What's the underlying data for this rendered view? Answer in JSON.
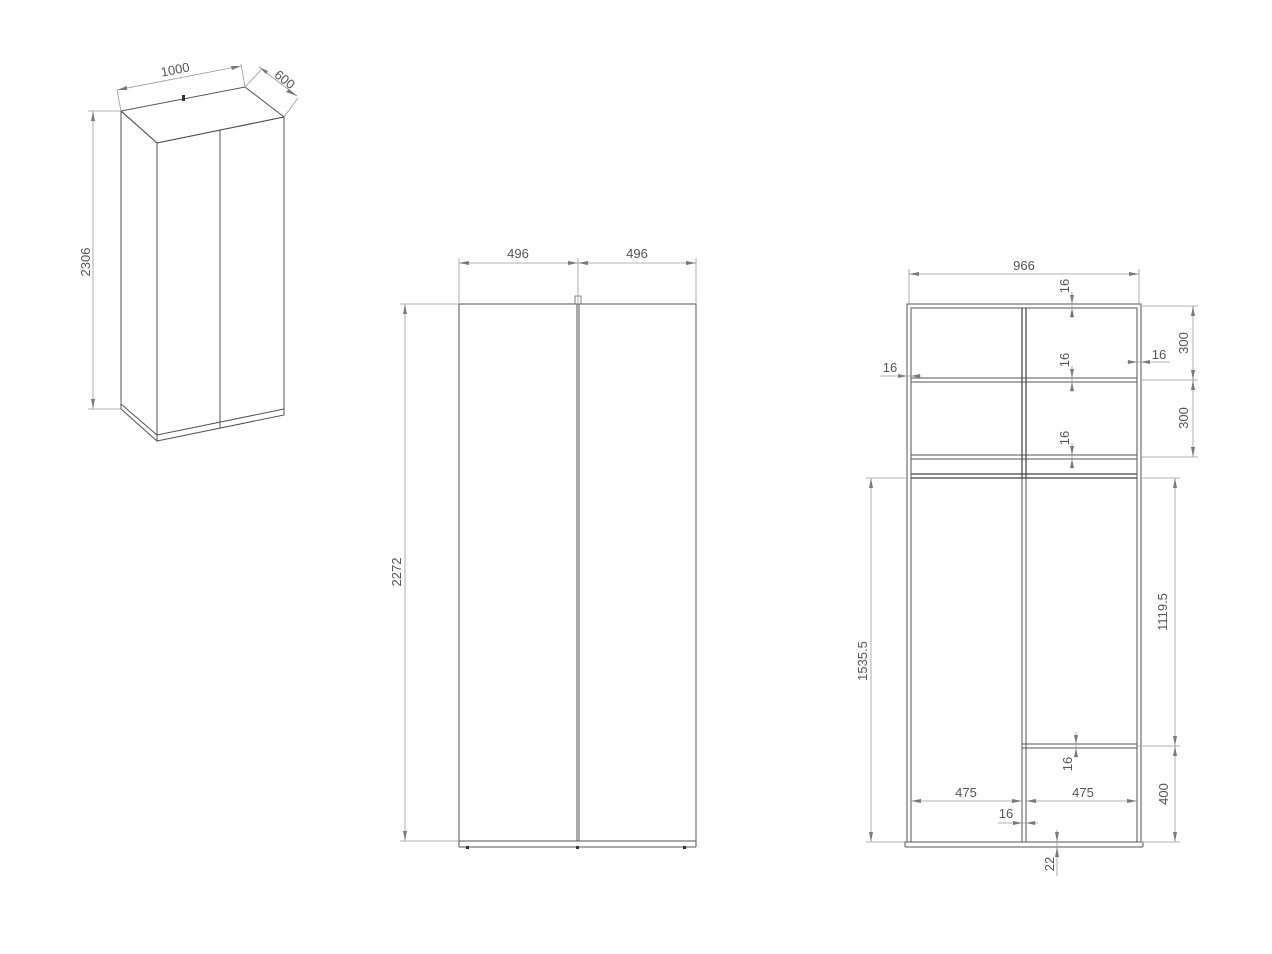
{
  "iso_view": {
    "width": "1000",
    "depth": "600",
    "height": "2306"
  },
  "front_view": {
    "left_door_width": "496",
    "right_door_width": "496",
    "height": "2272"
  },
  "interior_view": {
    "inner_width": "966",
    "top_thickness": "16",
    "divider_thickness": "16",
    "side_thickness_left": "16",
    "side_thickness_right": "16",
    "shelf_thickness_2": "16",
    "compartment_height_1": "300",
    "compartment_height_2": "300",
    "left_hanging_height": "1535.5",
    "right_hanging_height": "1119.5",
    "bottom_shelf_thickness": "16",
    "bottom_compartment_height": "400",
    "left_bay_width": "475",
    "right_bay_width": "475",
    "partition_thickness": "16",
    "plinth_height": "22"
  }
}
